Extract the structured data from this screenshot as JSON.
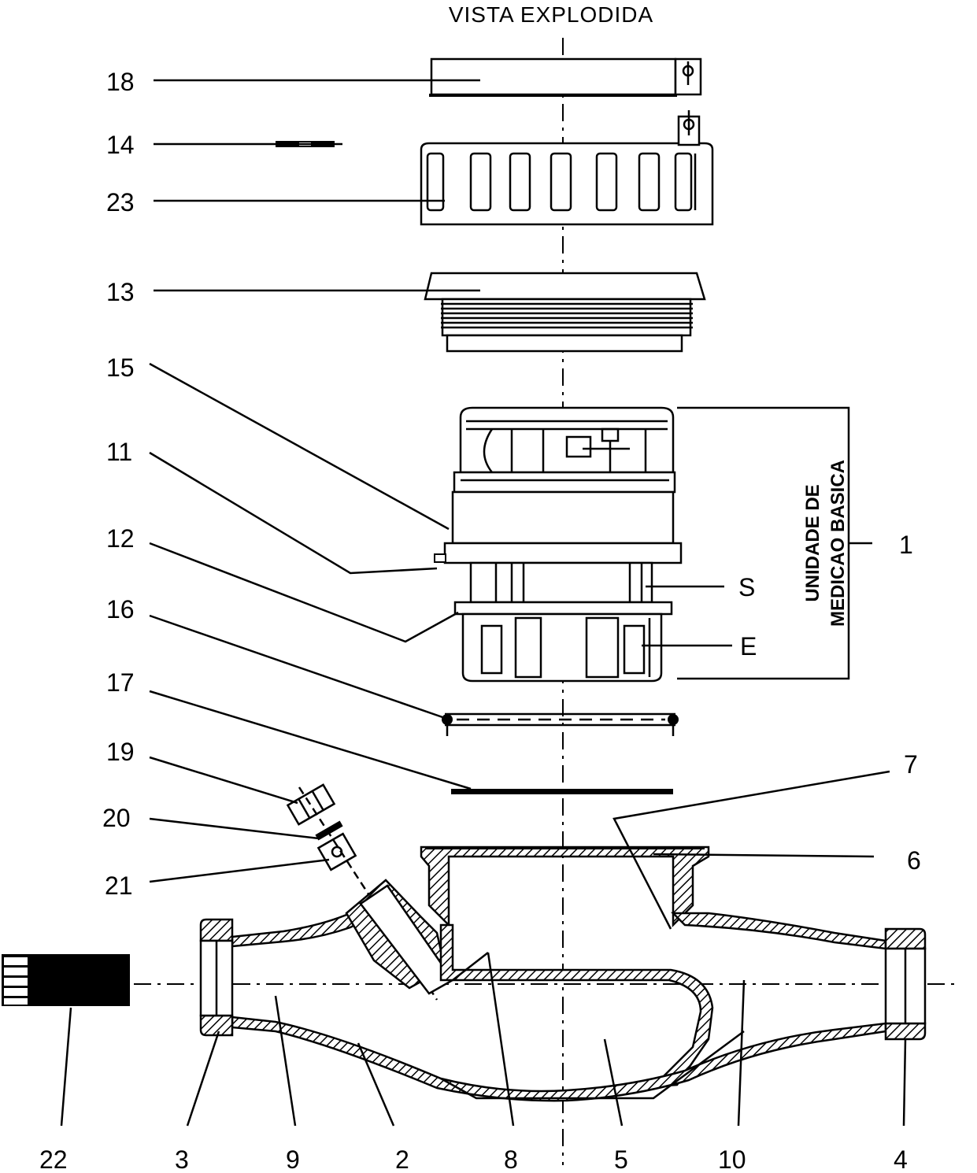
{
  "title": "VISTA  EXPLODIDA",
  "unit_label_line1": "UNIDADE DE",
  "unit_label_line2": "MEDICAO BASICA",
  "labels": {
    "l18": "18",
    "l14": "14",
    "l23": "23",
    "l13": "13",
    "l15": "15",
    "l11": "11",
    "l12": "12",
    "l16": "16",
    "l17": "17",
    "l19": "19",
    "l20": "20",
    "l21": "21",
    "l1": "1",
    "lS": "S",
    "lE": "E",
    "l7": "7",
    "l6": "6",
    "l22": "22",
    "l3": "3",
    "l9": "9",
    "l2": "2",
    "l8": "8",
    "l5": "5",
    "l10": "10",
    "l4": "4"
  }
}
